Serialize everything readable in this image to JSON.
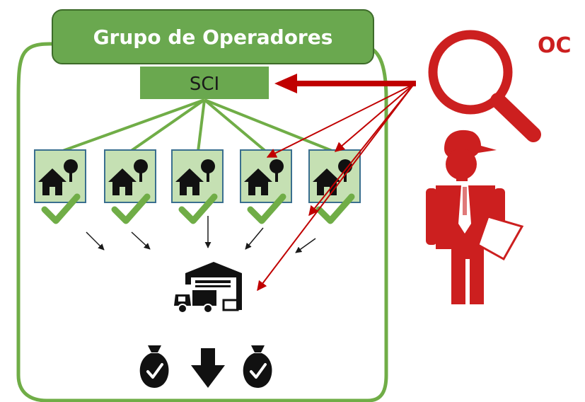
{
  "group": {
    "title": "Grupo de Operadores",
    "internal_control_label": "SCI"
  },
  "certifier": {
    "label": "OC"
  },
  "producers": [
    {
      "id": 1,
      "verified": true
    },
    {
      "id": 2,
      "verified": true
    },
    {
      "id": 3,
      "verified": true
    },
    {
      "id": 4,
      "verified": true,
      "inspected_by_certifier": true
    },
    {
      "id": 5,
      "verified": true,
      "inspected_by_certifier": true
    }
  ],
  "icons": {
    "group_frame": "rounded-frame",
    "farm": "house-tree-icon",
    "check": "checkmark-icon",
    "warehouse": "warehouse-truck-icon",
    "money_bag": "money-bag-check-icon",
    "arrow_down": "arrow-down-icon",
    "inspector": "inspector-person-icon",
    "magnifier": "magnifying-glass-icon"
  },
  "colors": {
    "group_green": "#70ad47",
    "title_box": "#6aa84f",
    "farm_bg": "#c5e0b3",
    "certifier_red": "#cc1f1f",
    "arrow_red": "#c00000"
  }
}
